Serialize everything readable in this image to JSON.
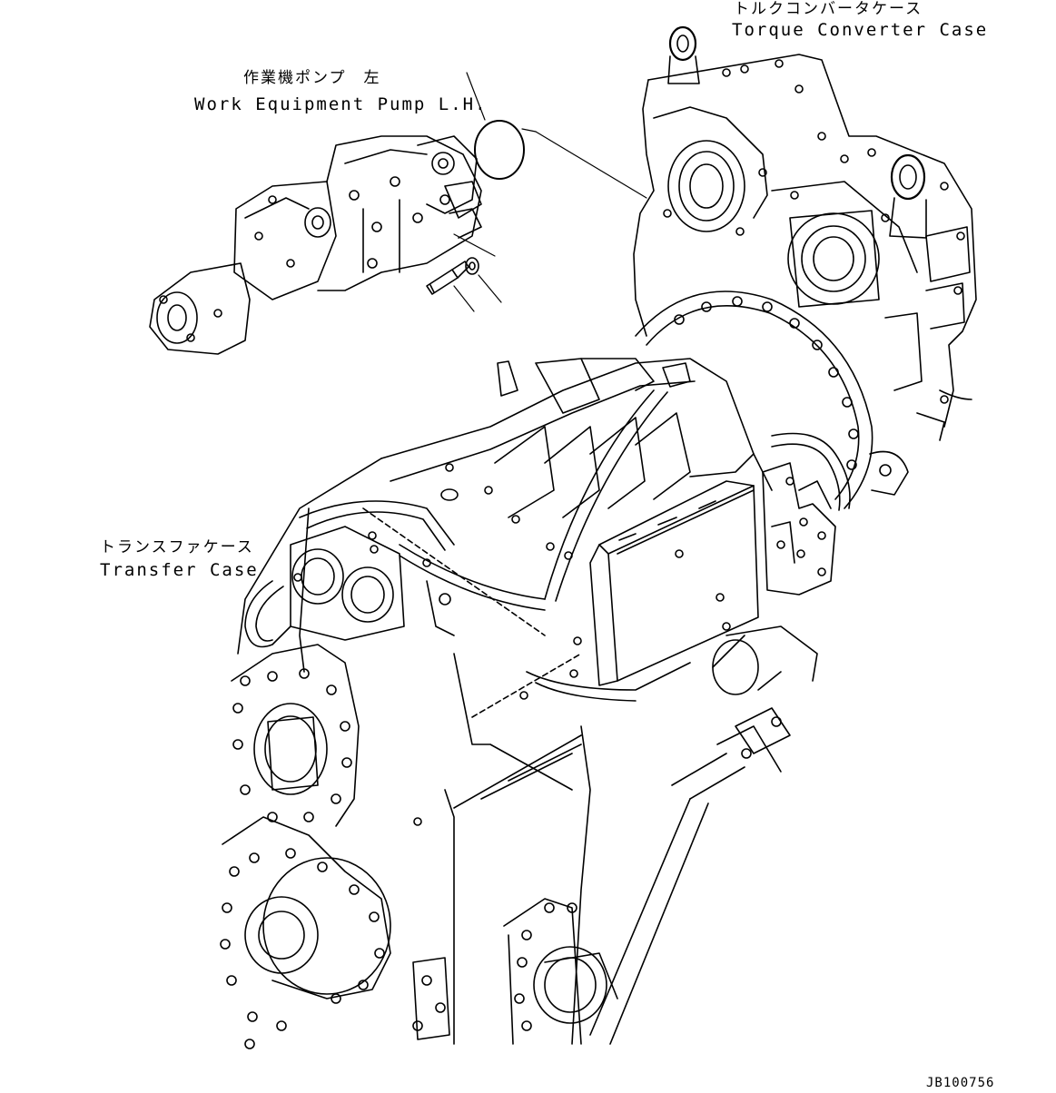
{
  "labels": {
    "torque_converter_jp": "トルクコンバータケース",
    "torque_converter_en": "Torque Converter Case",
    "work_pump_jp": "作業機ポンプ　左",
    "work_pump_en": "Work Equipment Pump L.H.",
    "transfer_jp": "トランスファケース",
    "transfer_en": "Transfer Case"
  },
  "drawing_id": "JB100756",
  "colors": {
    "line": "#000000",
    "background": "#ffffff"
  }
}
